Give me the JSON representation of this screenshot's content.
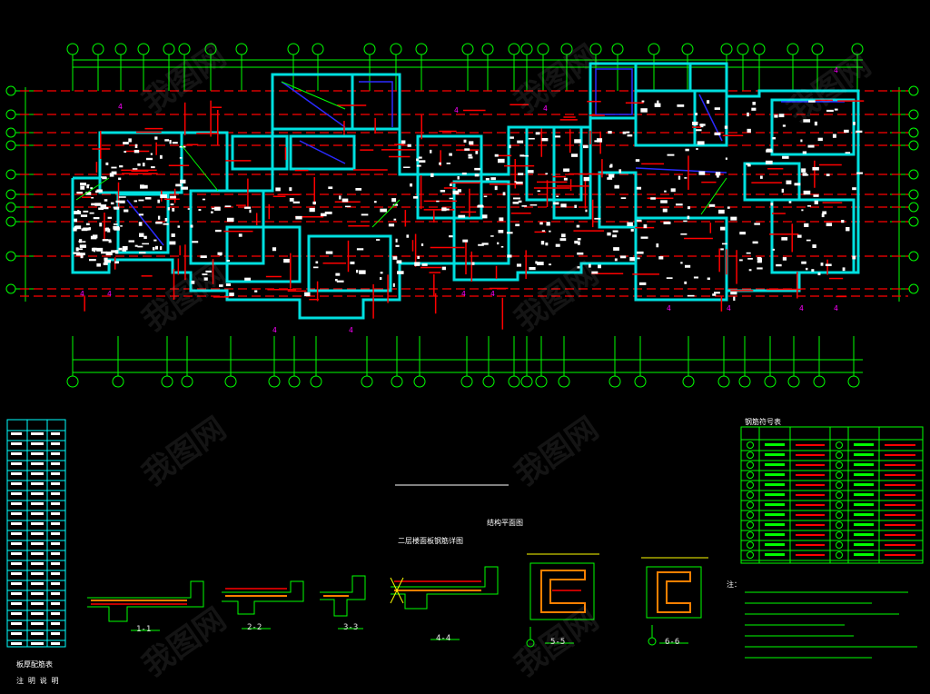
{
  "drawing": {
    "title_label": "结构平面图",
    "section_labels": [
      "1-1",
      "2-2",
      "3-3",
      "4-4",
      "5-5",
      "6-6"
    ],
    "left_table_title": "板厚配筋表",
    "left_table_caption": "注 明 说 明",
    "right_table_title": "钢筋符号表",
    "notes_heading": "注：",
    "detail_title": "二层楼面板钢筋详图",
    "colors": {
      "background": "#000000",
      "axis_grid": "#00ff00",
      "wall": "#00ffff",
      "beam": "#ff0000",
      "text": "#ffffff",
      "blue": "#0000ff",
      "magenta": "#ff00ff",
      "yellow": "#ffff00",
      "orange": "#ff8000"
    },
    "watermark": "我图网"
  }
}
